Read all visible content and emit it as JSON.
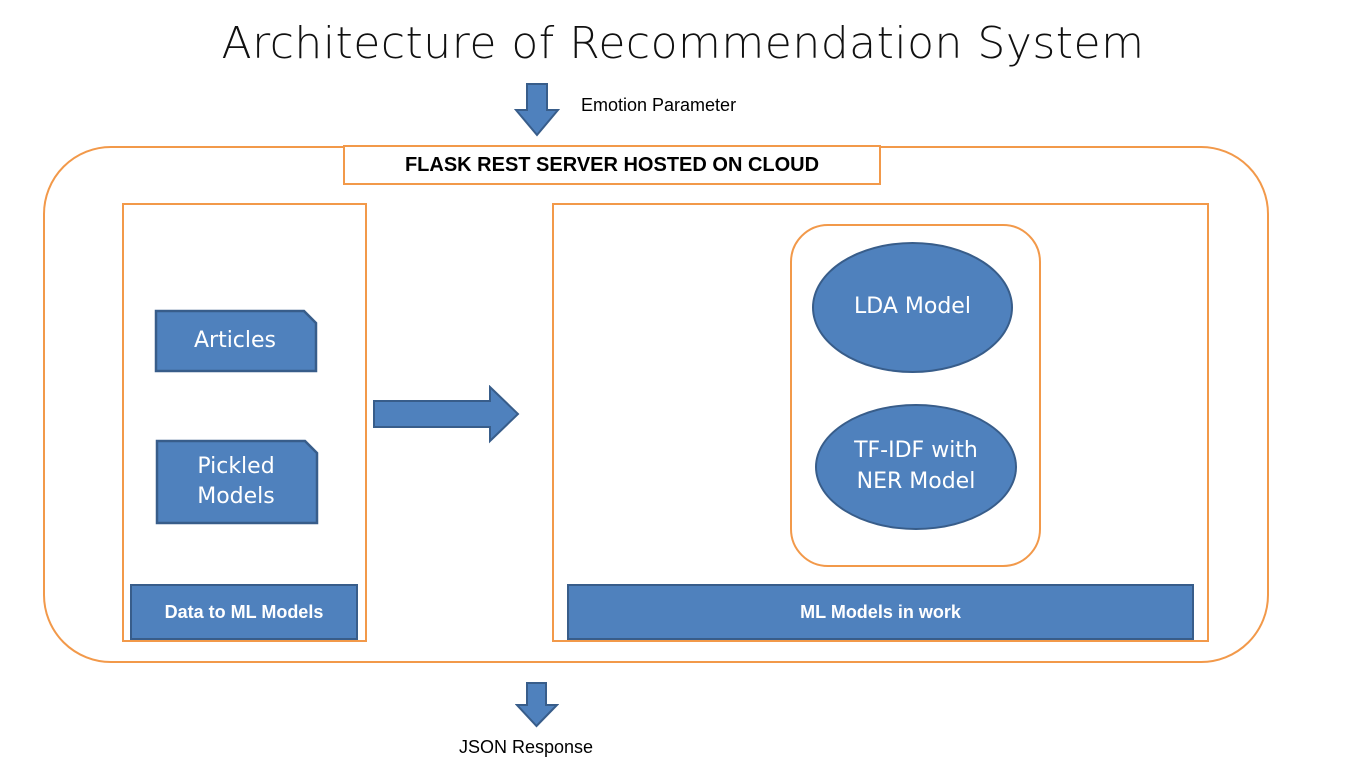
{
  "title": "Architecture of Recommendation System",
  "input": {
    "label": "Emotion Parameter"
  },
  "output": {
    "label": "JSON Response"
  },
  "server": {
    "label": "FLASK REST SERVER HOSTED ON CLOUD"
  },
  "left_panel": {
    "items": [
      {
        "label": "Articles"
      },
      {
        "label_line1": "Pickled",
        "label_line2": "Models"
      }
    ],
    "footer": "Data to ML Models"
  },
  "right_panel": {
    "models": [
      {
        "label": "LDA Model"
      },
      {
        "label_line1": "TF-IDF with",
        "label_line2": "NER Model"
      }
    ],
    "footer": "ML Models in work"
  },
  "colors": {
    "border_orange": "#F2994A",
    "shape_blue": "#4F81BD",
    "shape_blue_border": "#385D8A"
  }
}
